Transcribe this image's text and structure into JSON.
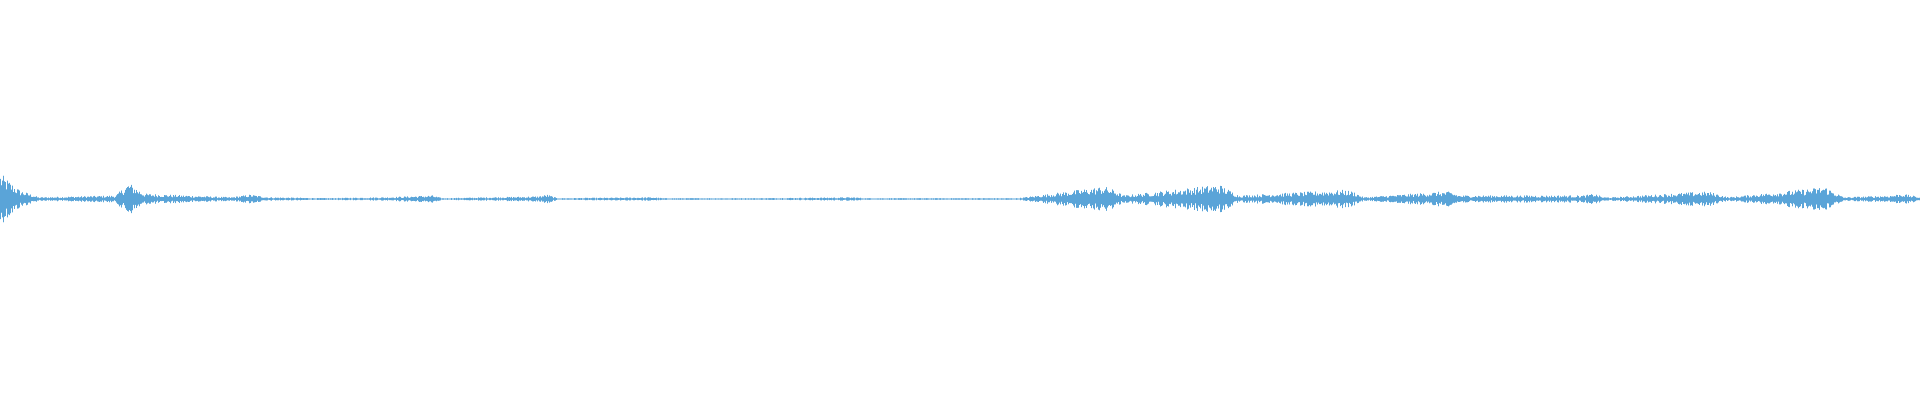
{
  "waveform": {
    "color": "#5aa4d8",
    "background": "#ffffff",
    "amplitude_range": [
      -1,
      1
    ],
    "duration_fraction_points": [
      0.0,
      0.01,
      0.02,
      0.06,
      0.067,
      0.075,
      0.12,
      0.13,
      0.14,
      0.17,
      0.2,
      0.225,
      0.23,
      0.28,
      0.285,
      0.29,
      0.34,
      0.345,
      0.39,
      0.395,
      0.445,
      0.45,
      0.5,
      0.505,
      0.525,
      0.53,
      0.575,
      0.58,
      0.585,
      0.635,
      0.64,
      0.645,
      0.7,
      0.705,
      0.71,
      0.75,
      0.755,
      0.76,
      0.825,
      0.83,
      0.835,
      0.84,
      0.885,
      0.89,
      0.9,
      0.945,
      0.95,
      0.96,
      0.985,
      0.99,
      1.0
    ],
    "envelope": [
      0.14,
      0.05,
      0.01,
      0.02,
      0.09,
      0.03,
      0.01,
      0.025,
      0.01,
      0.005,
      0.01,
      0.02,
      0.005,
      0.015,
      0.025,
      0.005,
      0.01,
      0.005,
      0.005,
      0.005,
      0.01,
      0.005,
      0.005,
      0.005,
      0.005,
      0.005,
      0.07,
      0.05,
      0.02,
      0.08,
      0.05,
      0.02,
      0.05,
      0.04,
      0.01,
      0.04,
      0.04,
      0.02,
      0.02,
      0.03,
      0.01,
      0.01,
      0.04,
      0.04,
      0.01,
      0.06,
      0.07,
      0.01,
      0.02,
      0.03,
      0.01
    ]
  }
}
